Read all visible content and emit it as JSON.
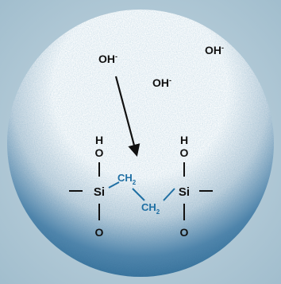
{
  "colors": {
    "background": "#a8c3d1",
    "sphere_light": "#ffffff",
    "sphere_dark": "#1d5d8a",
    "ink": "#111111",
    "chain": "#1f6fa3"
  },
  "hydroxide_ions": [
    {
      "symbol": "OH",
      "charge": "-"
    },
    {
      "symbol": "OH",
      "charge": "-"
    },
    {
      "symbol": "OH",
      "charge": "-"
    }
  ],
  "molecule": {
    "left": {
      "hydrogen": "H",
      "oxygen_top": "O",
      "silicon": "Si",
      "oxygen_bottom": "O"
    },
    "right": {
      "hydrogen": "H",
      "oxygen_top": "O",
      "silicon": "Si",
      "oxygen_bottom": "O"
    },
    "bridge": [
      {
        "group": "CH",
        "subscript": "2"
      },
      {
        "group": "CH",
        "subscript": "2"
      }
    ]
  }
}
